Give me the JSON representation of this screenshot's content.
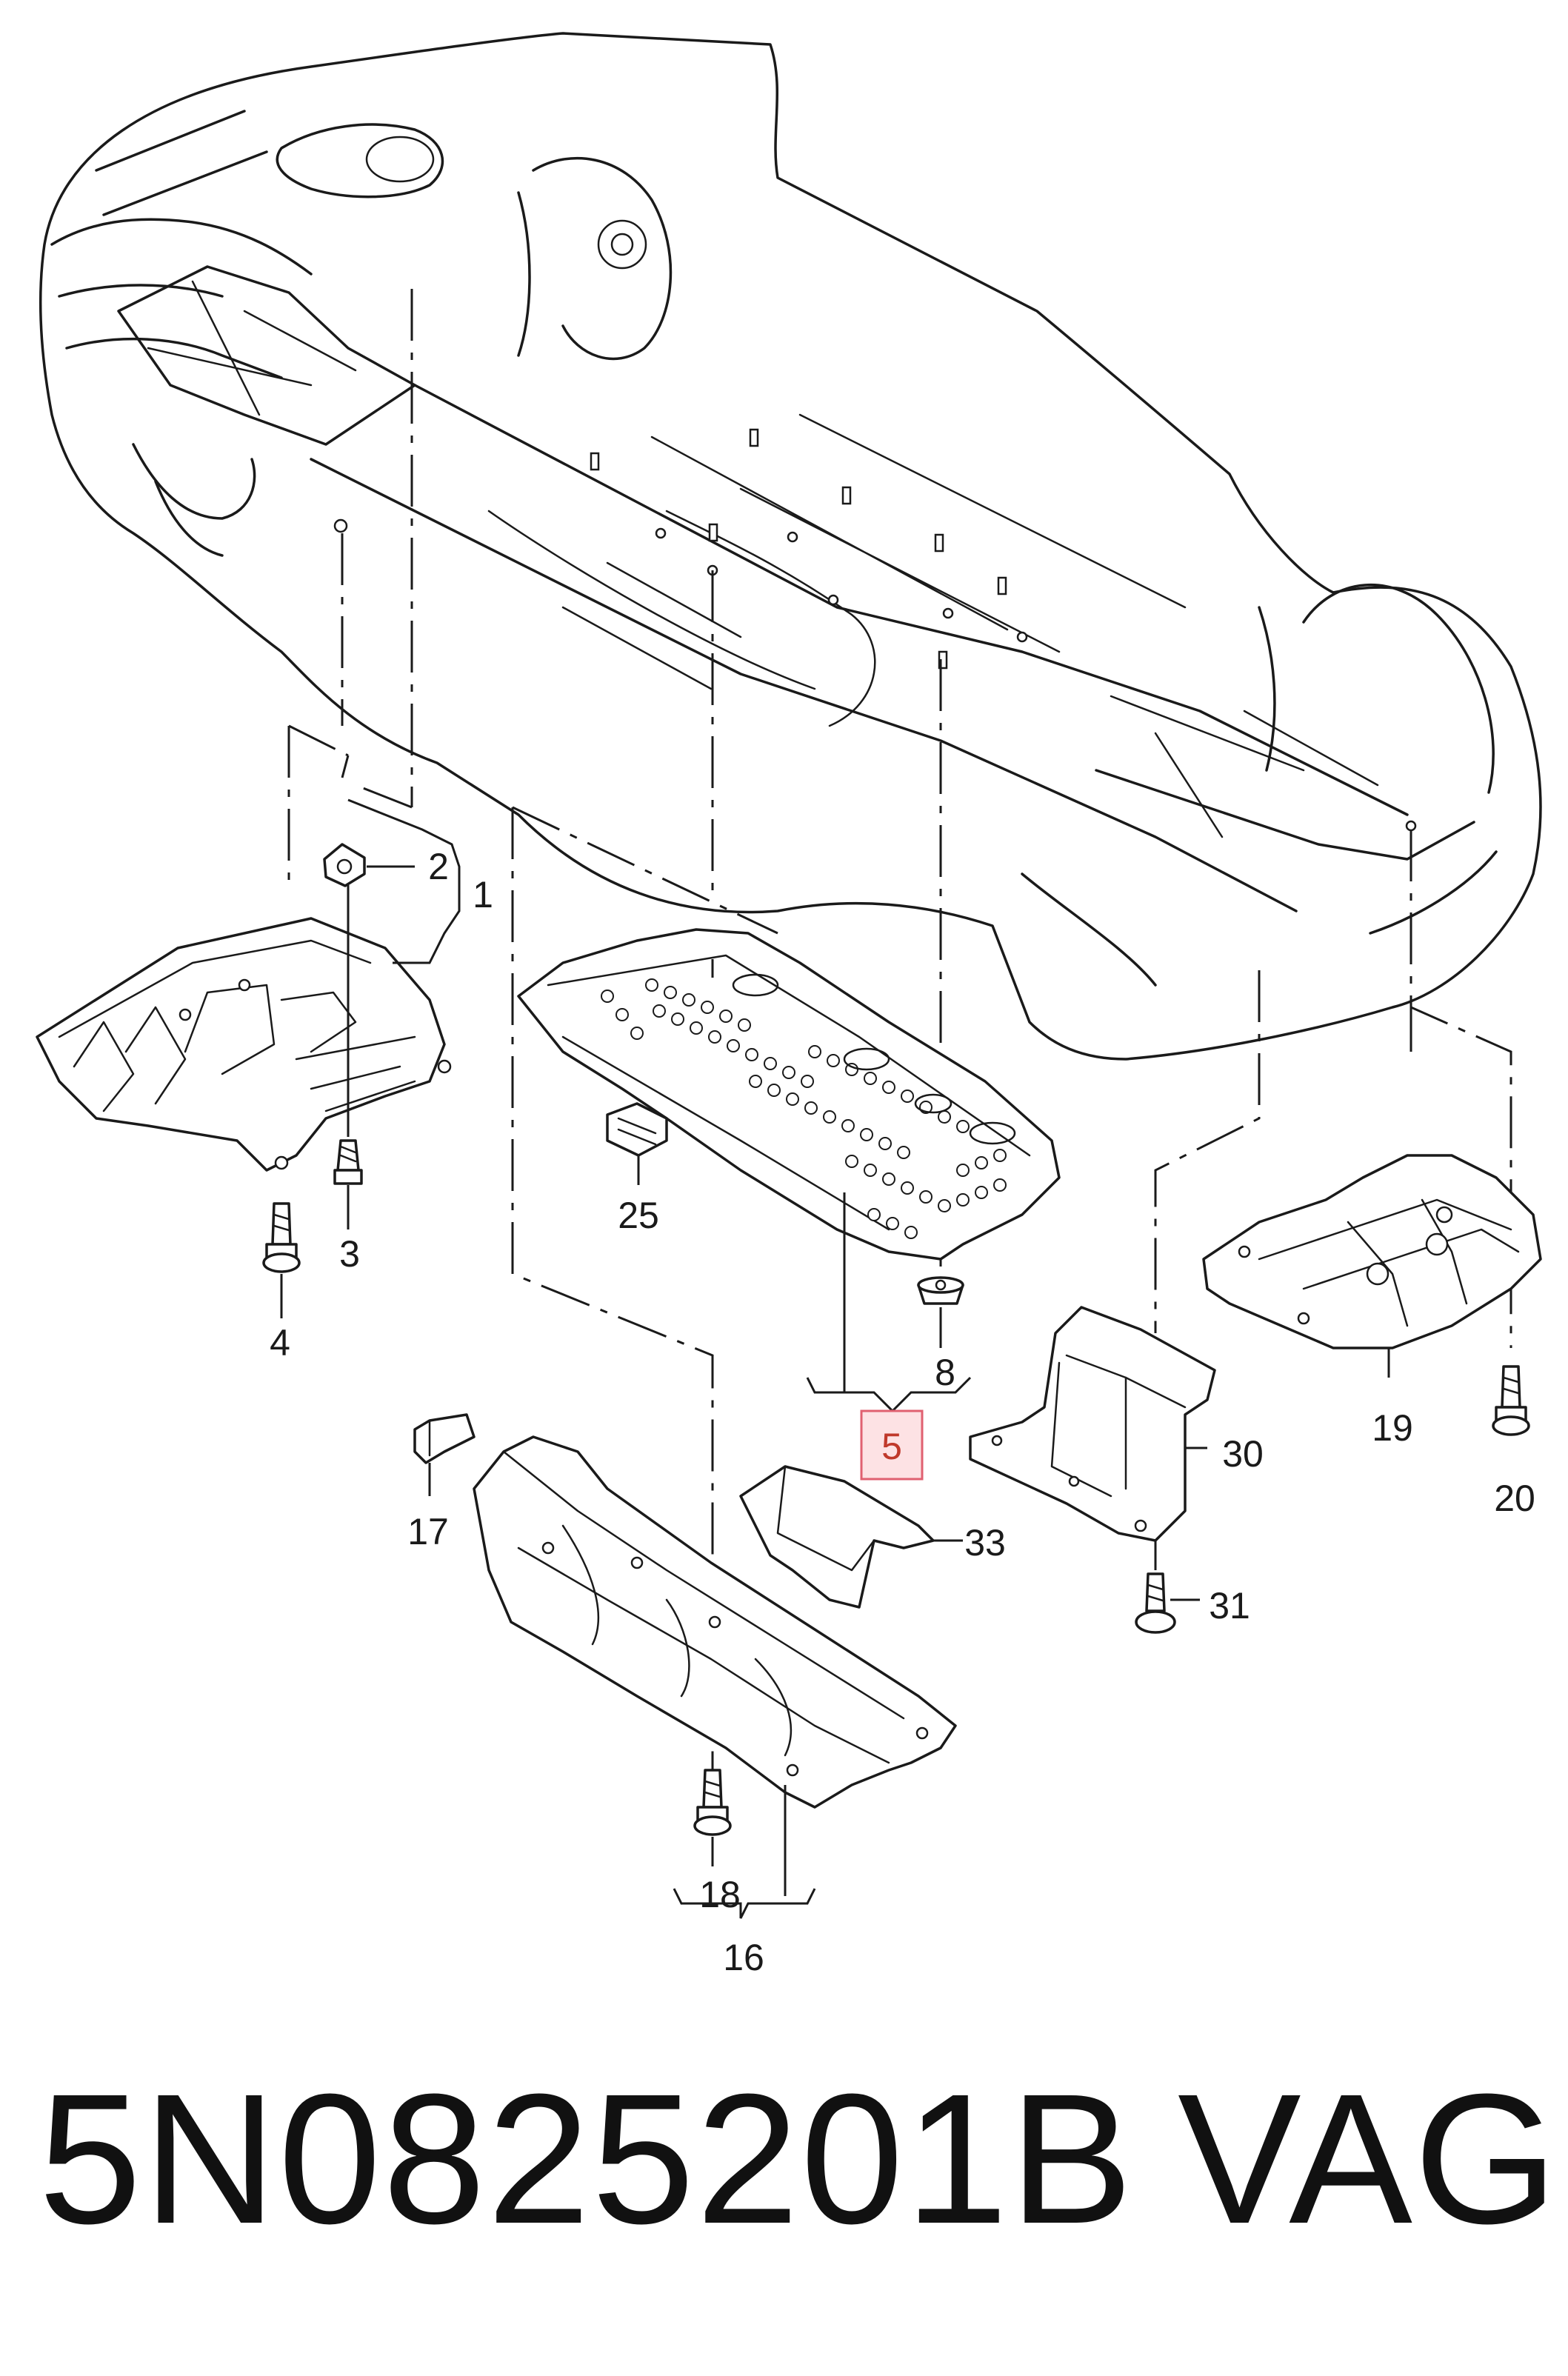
{
  "callouts": {
    "c1": "1",
    "c2": "2",
    "c3": "3",
    "c4": "4",
    "c5": "5",
    "c8": "8",
    "c16": "16",
    "c17": "17",
    "c18": "18",
    "c19": "19",
    "c20": "20",
    "c25": "25",
    "c30": "30",
    "c31": "31",
    "c33": "33"
  },
  "highlighted_callout": "5",
  "footer": {
    "part_number": "5N0825201B",
    "brand": "VAG"
  },
  "colors": {
    "highlight_fill": "#fde2e4",
    "highlight_stroke": "#e06070",
    "line": "#1a1a1a"
  }
}
